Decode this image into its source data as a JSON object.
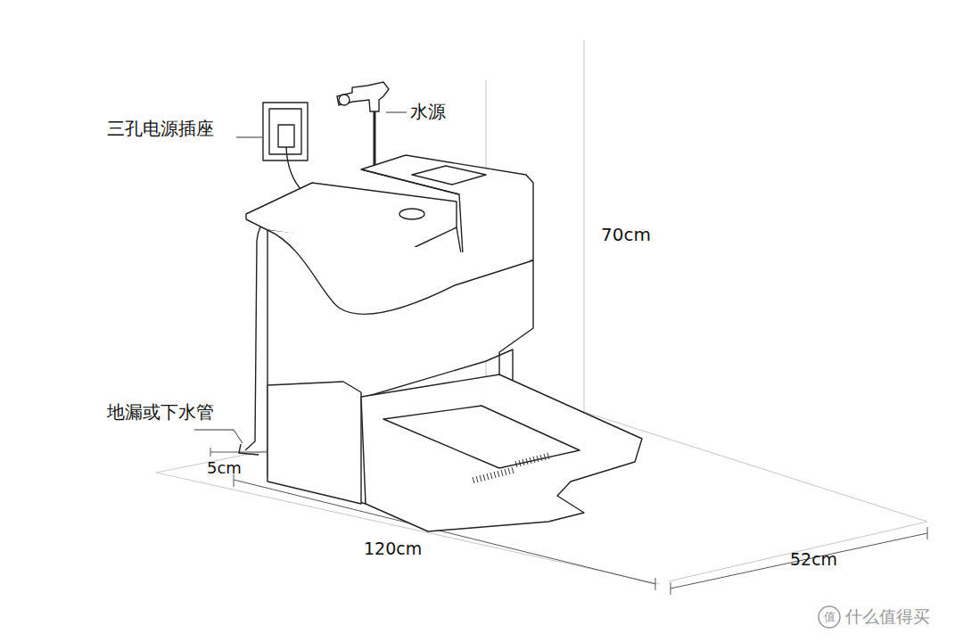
{
  "diagram": {
    "labels": [
      "三孔电源插座",
      "水源",
      "70cm",
      "地漏或下水管",
      "5cm",
      "120cm",
      "52cm",
      "值",
      "什么值得买"
    ]
  }
}
